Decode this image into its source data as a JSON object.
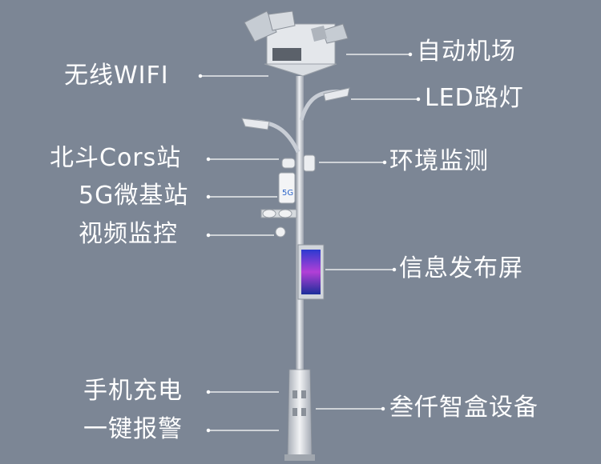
{
  "labels_left": [
    {
      "id": "wifi",
      "text": "无线WIFI"
    },
    {
      "id": "beidou",
      "text": "北斗Cors站"
    },
    {
      "id": "5g",
      "text": "5G微基站"
    },
    {
      "id": "video",
      "text": "视频监控"
    },
    {
      "id": "charge",
      "text": "手机充电"
    },
    {
      "id": "alarm",
      "text": "一键报警"
    }
  ],
  "labels_right": [
    {
      "id": "airport",
      "text": "自动机场"
    },
    {
      "id": "led",
      "text": "LED路灯"
    },
    {
      "id": "env",
      "text": "环境监测"
    },
    {
      "id": "screen",
      "text": "信息发布屏"
    },
    {
      "id": "box",
      "text": "叁仟智盒设备"
    }
  ],
  "badge_5g": "5G",
  "colors": {
    "background": "#7c8695",
    "pole": "#c9ced6",
    "text": "#ffffff",
    "screen": "#5b3fd0"
  }
}
